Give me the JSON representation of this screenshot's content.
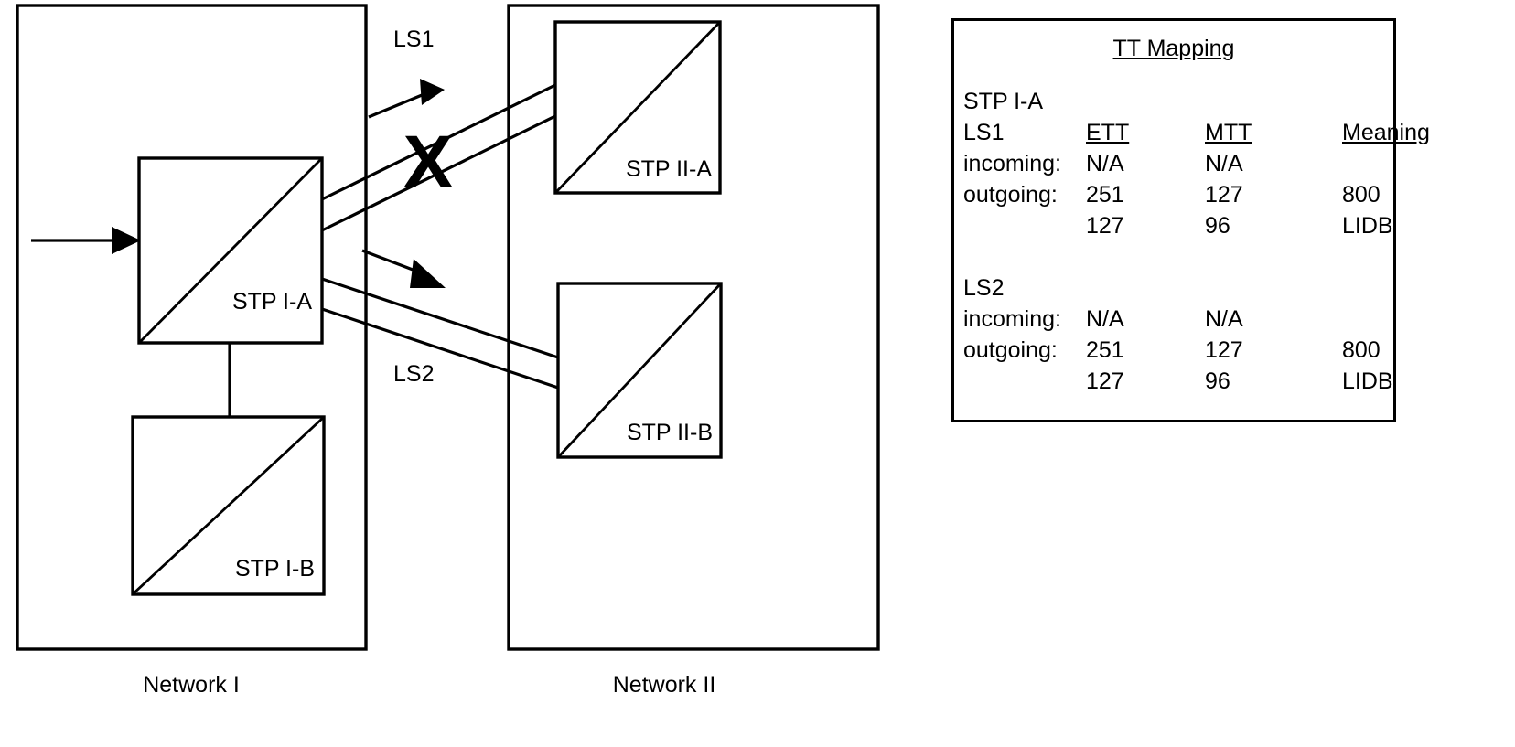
{
  "diagram": {
    "title_hidden": "",
    "networks": [
      {
        "id": "network-1",
        "label": "Network I"
      },
      {
        "id": "network-2",
        "label": "Network II"
      }
    ],
    "nodes": [
      {
        "id": "stp-i-a",
        "label": "STP I-A"
      },
      {
        "id": "stp-i-b",
        "label": "STP I-B"
      },
      {
        "id": "stp-ii-a",
        "label": "STP II-A"
      },
      {
        "id": "stp-ii-b",
        "label": "STP II-B"
      }
    ],
    "links": [
      {
        "id": "ls1",
        "label": "LS1",
        "from": "stp-i-a",
        "to": "stp-ii-a",
        "failed": true
      },
      {
        "id": "ls2",
        "label": "LS2",
        "from": "stp-i-a",
        "to": "stp-ii-b",
        "failed": false
      }
    ],
    "failure_marker": "X",
    "colors": {
      "stroke": "#000000",
      "background": "#ffffff"
    }
  },
  "tt_panel": {
    "title": "TT Mapping",
    "node_label": "STP I-A",
    "columns": [
      "ETT",
      "MTT",
      "Meaning"
    ],
    "groups": [
      {
        "name": "LS1",
        "rows": [
          {
            "label": "incoming:",
            "ett": "N/A",
            "mtt": "N/A",
            "meaning": ""
          },
          {
            "label": "outgoing:",
            "ett": "251",
            "mtt": "127",
            "meaning": "800"
          },
          {
            "label": "",
            "ett": "127",
            "mtt": "96",
            "meaning": "LIDB"
          }
        ]
      },
      {
        "name": "LS2",
        "rows": [
          {
            "label": "incoming:",
            "ett": "N/A",
            "mtt": "N/A",
            "meaning": ""
          },
          {
            "label": "outgoing:",
            "ett": "251",
            "mtt": "127",
            "meaning": "800"
          },
          {
            "label": "",
            "ett": "127",
            "mtt": "96",
            "meaning": "LIDB"
          }
        ]
      }
    ]
  }
}
